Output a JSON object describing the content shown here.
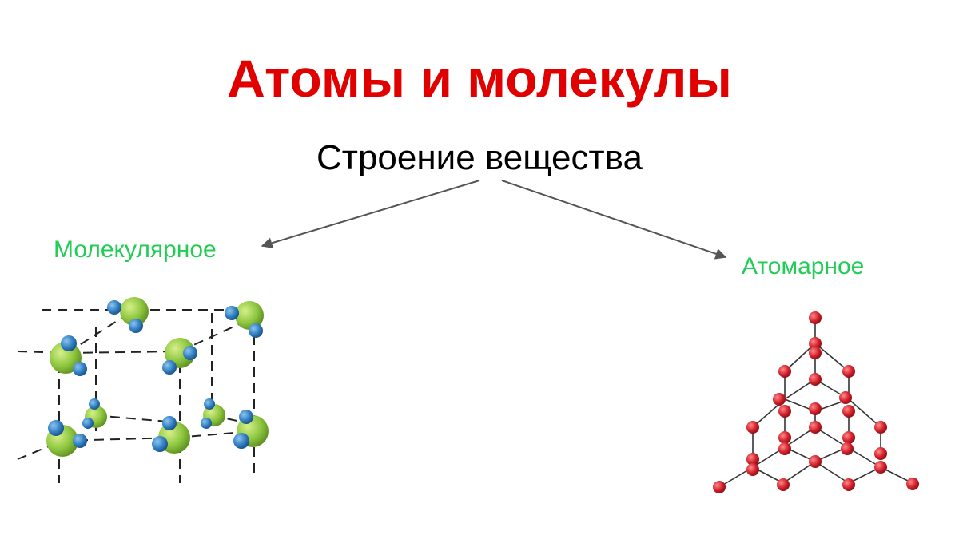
{
  "title": "Атомы и молекулы",
  "subtitle": "Строение вещества",
  "branches": [
    {
      "label": "Молекулярное"
    },
    {
      "label": "Атомарное"
    }
  ],
  "colors": {
    "title": "#e00000",
    "subtitle": "#000000",
    "branch_label": "#22cc55",
    "arrow": "#555555",
    "molecule_large_atom": "#8dc63f",
    "molecule_small_atom": "#2f7fc1",
    "crystal_atom": "#d3202b",
    "crystal_bond": "#333333"
  },
  "icons": {
    "molecular_lattice": "water-molecule-lattice-illustration",
    "atomic_lattice": "diamond-crystal-lattice-illustration"
  }
}
